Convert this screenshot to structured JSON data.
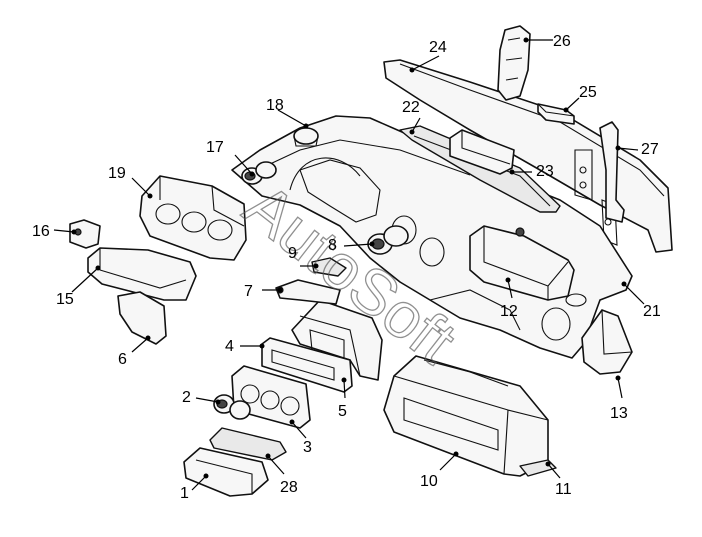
{
  "watermark": "AutoSoft",
  "callouts": [
    {
      "id": "c1",
      "label": "1"
    },
    {
      "id": "c2",
      "label": "2"
    },
    {
      "id": "c3",
      "label": "3"
    },
    {
      "id": "c4",
      "label": "4"
    },
    {
      "id": "c5",
      "label": "5"
    },
    {
      "id": "c6",
      "label": "6"
    },
    {
      "id": "c7",
      "label": "7"
    },
    {
      "id": "c8",
      "label": "8"
    },
    {
      "id": "c9",
      "label": "9"
    },
    {
      "id": "c10",
      "label": "10"
    },
    {
      "id": "c11",
      "label": "11"
    },
    {
      "id": "c12",
      "label": "12"
    },
    {
      "id": "c13",
      "label": "13"
    },
    {
      "id": "c15",
      "label": "15"
    },
    {
      "id": "c16",
      "label": "16"
    },
    {
      "id": "c17",
      "label": "17"
    },
    {
      "id": "c18",
      "label": "18"
    },
    {
      "id": "c19",
      "label": "19"
    },
    {
      "id": "c21",
      "label": "21"
    },
    {
      "id": "c22",
      "label": "22"
    },
    {
      "id": "c23",
      "label": "23"
    },
    {
      "id": "c24",
      "label": "24"
    },
    {
      "id": "c25",
      "label": "25"
    },
    {
      "id": "c26",
      "label": "26"
    },
    {
      "id": "c27",
      "label": "27"
    },
    {
      "id": "c28",
      "label": "28"
    }
  ]
}
